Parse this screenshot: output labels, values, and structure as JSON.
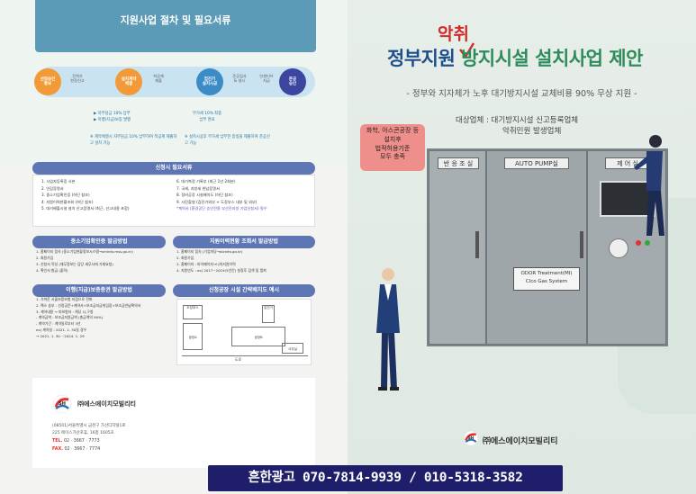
{
  "left": {
    "title": "지원사업 절차 및 필요서류",
    "flow": {
      "nodes": [
        "선정승인\n통보",
        "설치계약\n체결",
        "집진기\n설치시공",
        "준공\n승인"
      ],
      "steps": [
        "진척가\n현장신고",
        "착공계\n제출",
        "준공검사\n& 설시",
        "인센티브\n지급"
      ],
      "note_a": [
        "▶ 자부담금 10% 납부",
        "▶ 이행(지급)보증 발행"
      ],
      "note_b": [
        "부가세 10% 최종",
        "납부 완료"
      ],
      "remark_a": "※ 계약체결시 자부담금 10% 납부하여 착공계 제출하고 설치 가능",
      "remark_b": "※ 설치시공후 부가세 납부한 증빙을 제출하여 준공신고 가능"
    },
    "docs": {
      "head": "신청시 필요서류",
      "left_list": [
        "1. 사업자등록증 사본",
        "2. 인감증명서",
        "3. 중소기업확인증 (하단 참조)",
        "4. 지원이력현황조회 (하단 참조)",
        "5. 대기배출시설 설치 신고증명서 (최근, 신고내용 포함)"
      ],
      "right_list": [
        "6. 대기측정 기록부 (최근 1년 2회분)",
        "7. 국세, 지방세 완납증명서",
        "8. 정비공장 시설배치도 (하단 참조)",
        "9. 사진촬영 (집진기외부 + 도장부스 내부 및 외부)",
        "*계약서 (환경공단 승인전용 부산진지방 기업신청서) 필수"
      ]
    },
    "sme": {
      "head": "중소기업확인증 발급방법",
      "list": [
        "1. 홈페이지 접속 (중소기업현황정보시스템→sminfo.mss.go.kr)",
        "2. 회원가입",
        "3. 신청서 작성 (재무정보는 담당 세무사에 기재요청)",
        "4. 확인서 발급 (출력)"
      ]
    },
    "history": {
      "head": "지원이력현황 조회서 발급방법",
      "list": [
        "1. 홈페이지 접속 (기업마당→bizinfo.go.kr)",
        "2. 회원가입",
        "3. 홈페이지 : 마이페이지→나의지원이력",
        "4. 지원년도 : ex) 2017~2019(5년간) 설정후 검색 및 캡쳐"
      ]
    },
    "guarantee": {
      "head": "이행(지급)보증증권 발급방법",
      "list": [
        "1. 가까운 서울보증보험 지점으로 전화",
        "2. 팩스 송부 : 선정공문+계약서+보조금지급위임장+보조금반납확약서",
        "3. 계약내용 → 피보험자 : 해당 시,구청",
        "      - 계약금액 : 보조금지원금액 (총금액의 90%)",
        "      - 계약기간 : 계약일로부터 3년",
        "      ex) 계약일 : 2021. 1. 30일 경우",
        "         → 2021. 1. 30 ~2024. 1. 29"
      ]
    },
    "layout": {
      "head": "신청공장 시설 간략배치도 예시",
      "room_a": "도장부스",
      "room_b": "집진기",
      "room_c": "공장A",
      "room_d": "공장B",
      "room_e": "사무실",
      "road": "도로"
    },
    "company": {
      "name": "㈜에스에이치모빌리티",
      "address": [
        "(08501)서울특별시 금천구 가산디지털1로",
        "225 에이스가산포휴, 16층 1605호"
      ],
      "tel_label": "TEL.",
      "tel": "02 · 3667 · 7773",
      "fax_label": "FAX.",
      "fax": "02 · 3667 · 7774"
    }
  },
  "right": {
    "title_ak": "악취",
    "title_pre": "정부지원",
    "title_post": "방지시설 설치사업 제안",
    "subtitle": "- 정부와 지자체가 노후 대기방지시설 교체비용 90% 무상 지원 -",
    "target": [
      "대상업체 : 대기방지시설 신고등록업체",
      "악취민원 발생업체"
    ],
    "badge": [
      "화학, 아스콘공장 등",
      "설치후",
      "법적허용기준",
      "모두 충족"
    ],
    "machine": {
      "plate_a": "반 응 조 실",
      "plate_b": "AUTO PUMP실",
      "plate_c": "제 어 실",
      "placard": [
        "ODOR Treatment(MI)",
        "Clco Gas System"
      ]
    },
    "company": "㈜에스에이치모빌리티"
  },
  "banner": "흔한광고 070-7814-9939 / 010-5318-3582",
  "colors": {
    "blue": "#1e4e8c",
    "green": "#2e8c5c",
    "red": "#d12a2a",
    "navy": "#1e1e6a"
  }
}
